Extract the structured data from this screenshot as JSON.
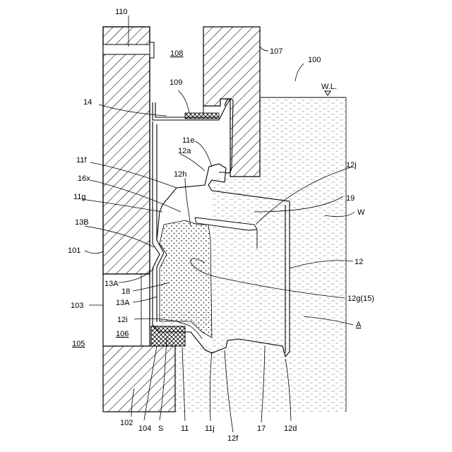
{
  "labels": {
    "l110": "110",
    "l108": "108",
    "l107": "107",
    "l100": "100",
    "lWL": "W.L.",
    "l109": "109",
    "l14": "14",
    "l11e": "11e",
    "l12a": "12a",
    "l11f": "11f",
    "l12j": "12j",
    "l12h": "12h",
    "l16x": "16x",
    "l19": "19",
    "l11g": "11g",
    "lW": "W",
    "l13B": "13B",
    "l101": "101",
    "l12": "12",
    "l13A_1": "13A",
    "l18": "18",
    "l13A_2": "13A",
    "l12g": "12g(15)",
    "l103": "103",
    "l12i": "12i",
    "lA": "A",
    "l106": "106",
    "l105": "105",
    "l102": "102",
    "l104": "104",
    "lS": "S",
    "l11": "11",
    "l11j": "11j",
    "l12f": "12f",
    "l17": "17",
    "l12d": "12d"
  },
  "colors": {
    "ink": "#000000",
    "paper": "#ffffff"
  }
}
